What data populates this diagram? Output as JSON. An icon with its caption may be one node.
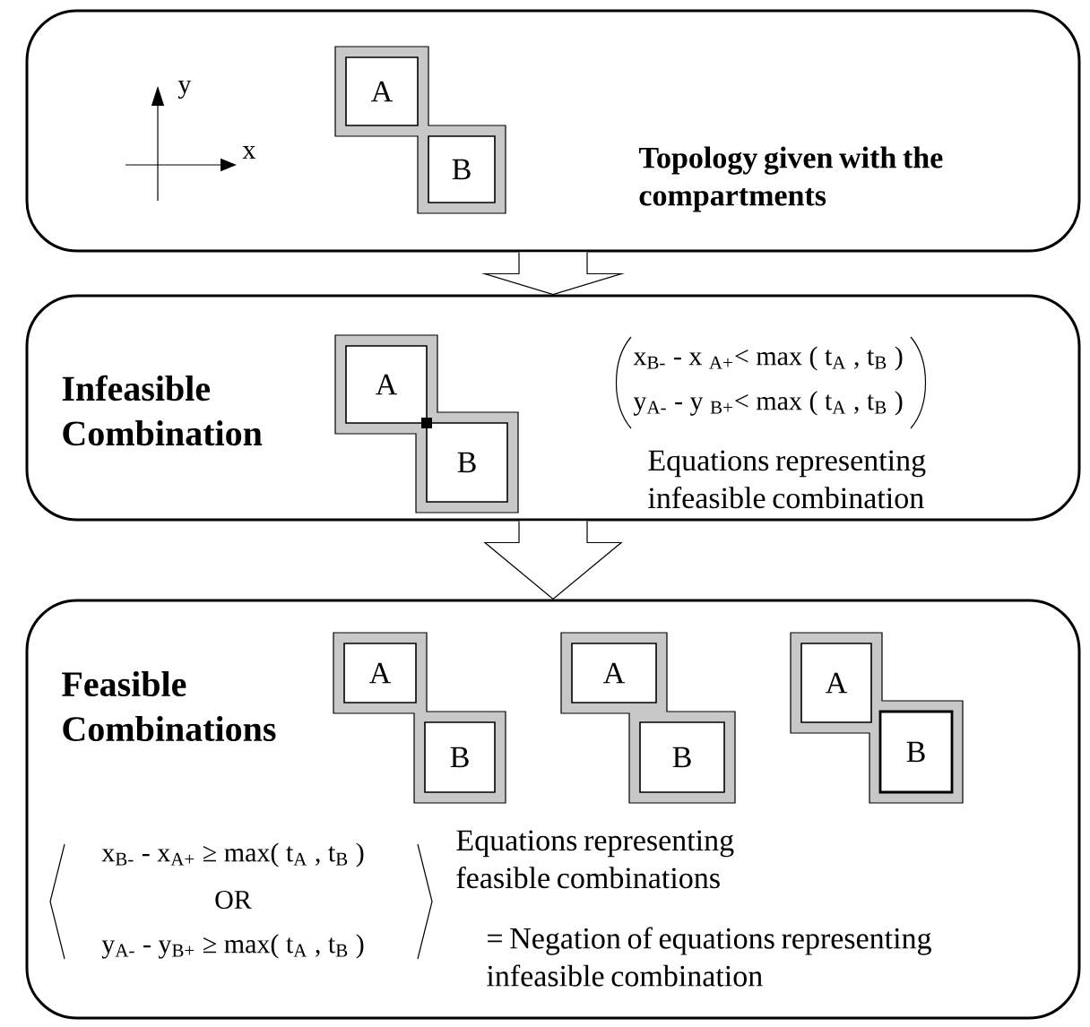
{
  "diagram": {
    "nodes": [
      {
        "text": [
          "Topology given with the compartments"
        ]
      },
      {
        "text": [
          "A"
        ],
        "in": 0
      },
      {
        "text": [
          "B"
        ],
        "in": 0
      },
      {
        "text": [
          "Infeasible Combination",
          "Equations representing infeasible combination"
        ]
      },
      {
        "text": [
          "A"
        ],
        "in": 3
      },
      {
        "text": [
          "B"
        ],
        "in": 3
      },
      {
        "text": [
          "Feasible Combinations",
          "Equations representing feasible combinations",
          "= Negation of equations representing infeasible combination"
        ]
      },
      {
        "text": [
          "A"
        ],
        "in": 6
      },
      {
        "text": [
          "B"
        ],
        "in": 6
      },
      {
        "text": [
          "A"
        ],
        "in": 6
      },
      {
        "text": [
          "B"
        ],
        "in": 6
      },
      {
        "text": [
          "A"
        ],
        "in": 6
      },
      {
        "text": [
          "B"
        ],
        "in": 6
      }
    ],
    "edges": [
      {
        "from": 0,
        "to": 3,
        "arrow": "to"
      },
      {
        "from": 3,
        "to": 6,
        "arrow": "to"
      }
    ],
    "labels": [
      "y",
      "x",
      "x$_{B-}$ - x $_{A+}$< max ( t$_{A}$ , t$_{B}$ )",
      "y$_{A-}$ - y $_{B+}$< max ( t$_{A}$ , t$_{B}$ )",
      "x$_{B-}$ - x$_{A+}$ ≥ max( t$_{A}$ , t$_{B}$ )",
      "OR",
      "y$_{A-}$ - y$_{B+}$ ≥ max( t$_{A}$ , t$_{B}$ )"
    ]
  }
}
